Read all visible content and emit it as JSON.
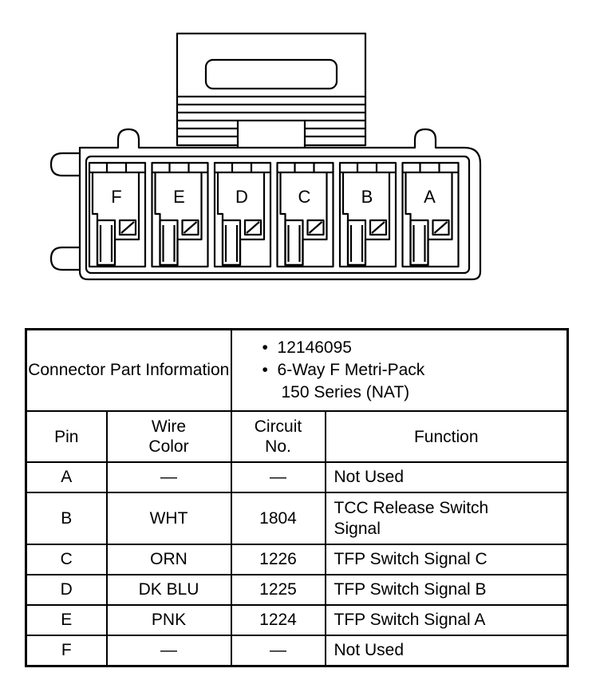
{
  "connector": {
    "pin_labels": [
      "F",
      "E",
      "D",
      "C",
      "B",
      "A"
    ]
  },
  "table": {
    "info_label": "Connector Part Information",
    "part_number": "12146095",
    "part_desc_line1": "6-Way F Metri-Pack",
    "part_desc_line2": "150 Series (NAT)",
    "bullet": "•",
    "headers": {
      "pin": "Pin",
      "wire_color": "Wire Color",
      "circuit": "Circuit No.",
      "function": "Function"
    },
    "rows": [
      {
        "pin": "A",
        "wire": "—",
        "circuit": "—",
        "function": "Not Used"
      },
      {
        "pin": "B",
        "wire": "WHT",
        "circuit": "1804",
        "function": "TCC Release Switch Signal"
      },
      {
        "pin": "C",
        "wire": "ORN",
        "circuit": "1226",
        "function": "TFP Switch Signal C"
      },
      {
        "pin": "D",
        "wire": "DK BLU",
        "circuit": "1225",
        "function": "TFP Switch Signal B"
      },
      {
        "pin": "E",
        "wire": "PNK",
        "circuit": "1224",
        "function": "TFP Switch Signal A"
      },
      {
        "pin": "F",
        "wire": "—",
        "circuit": "—",
        "function": "Not Used"
      }
    ]
  }
}
